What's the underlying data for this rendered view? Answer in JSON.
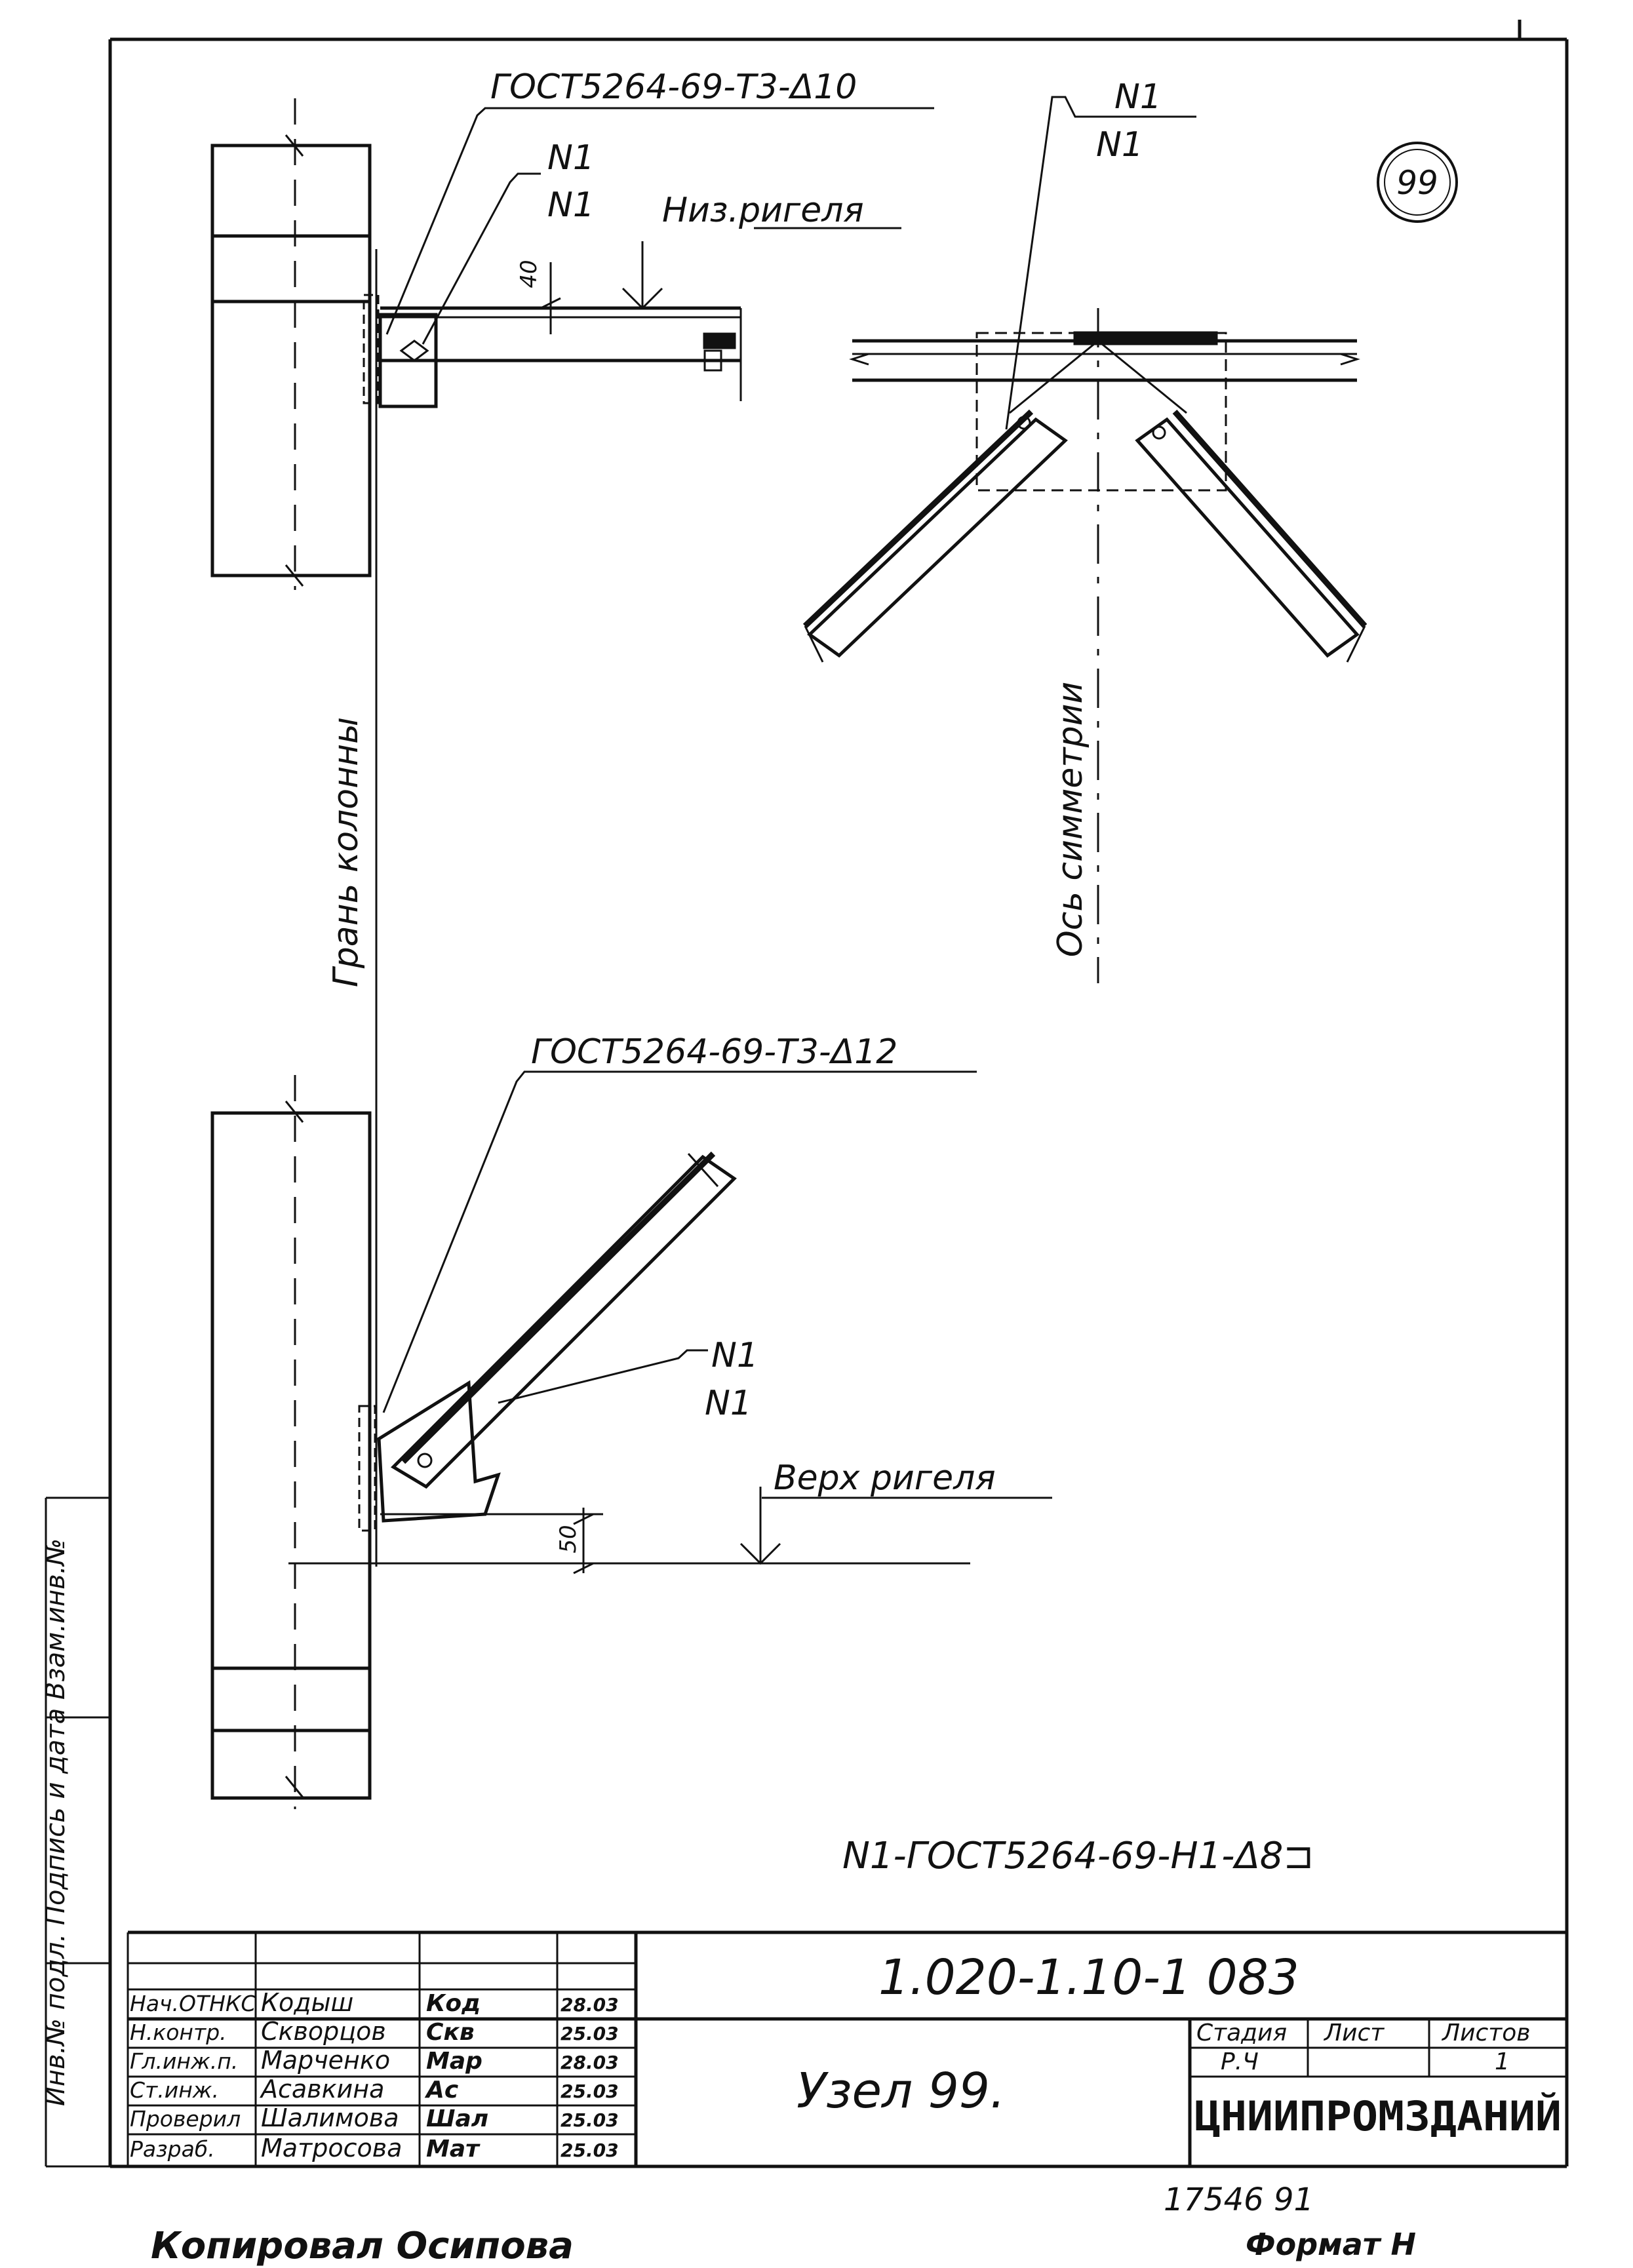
{
  "sheet_number": "99",
  "top_left": {
    "weld_callout": "ГОСТ5264-69-Т3-Δ10",
    "n1_top": "N1",
    "n1_bottom": "N1",
    "level_label": "Низ.ригеля",
    "dimension": "40"
  },
  "top_right": {
    "n1_top": "N1",
    "n1_bottom": "N1"
  },
  "column_face_label": "Грань колонны",
  "symmetry_axis_label": "Ось симметрии",
  "bottom_left": {
    "weld_callout": "ГОСТ5264-69-Т3-Δ12",
    "n1_top": "N1",
    "n1_bottom": "N1",
    "level_label": "Верх ригеля",
    "dimension": "50"
  },
  "weld_note": "N1-ГОСТ5264-69-Н1-Δ8⊐",
  "title_block": {
    "designation": "1.020-1.10-1 083",
    "title": "Узел 99.",
    "stage_header": "Стадия",
    "sheet_header": "Лист",
    "sheets_header": "Листов",
    "stage_value": "Р.Ч",
    "sheet_value": "",
    "sheets_value": "1",
    "organization": "ЦНИИПРОМЗДАНИЙ",
    "signatures": [
      {
        "role": "Нач.ОТНКС",
        "name": "Кодыш",
        "sign": "Код",
        "date": "28.03"
      },
      {
        "role": "Н.контр.",
        "name": "Скворцов",
        "sign": "Скв",
        "date": "25.03"
      },
      {
        "role": "Гл.инж.п.",
        "name": "Марченко",
        "sign": "Мар",
        "date": "28.03"
      },
      {
        "role": "Ст.инж.",
        "name": "Асавкина",
        "sign": "Ас",
        "date": "25.03"
      },
      {
        "role": "Проверил",
        "name": "Шалимова",
        "sign": "Шал",
        "date": "25.03"
      },
      {
        "role": "Разраб.",
        "name": "Матросова",
        "sign": "Мат",
        "date": "25.03"
      }
    ]
  },
  "side_stamp": "Инв.№ подл.   Подпись и дата   Взам.инв.№",
  "footer": {
    "copied_by": "Копировал Осипова",
    "code": "17546  91",
    "format": "Формат Н"
  }
}
